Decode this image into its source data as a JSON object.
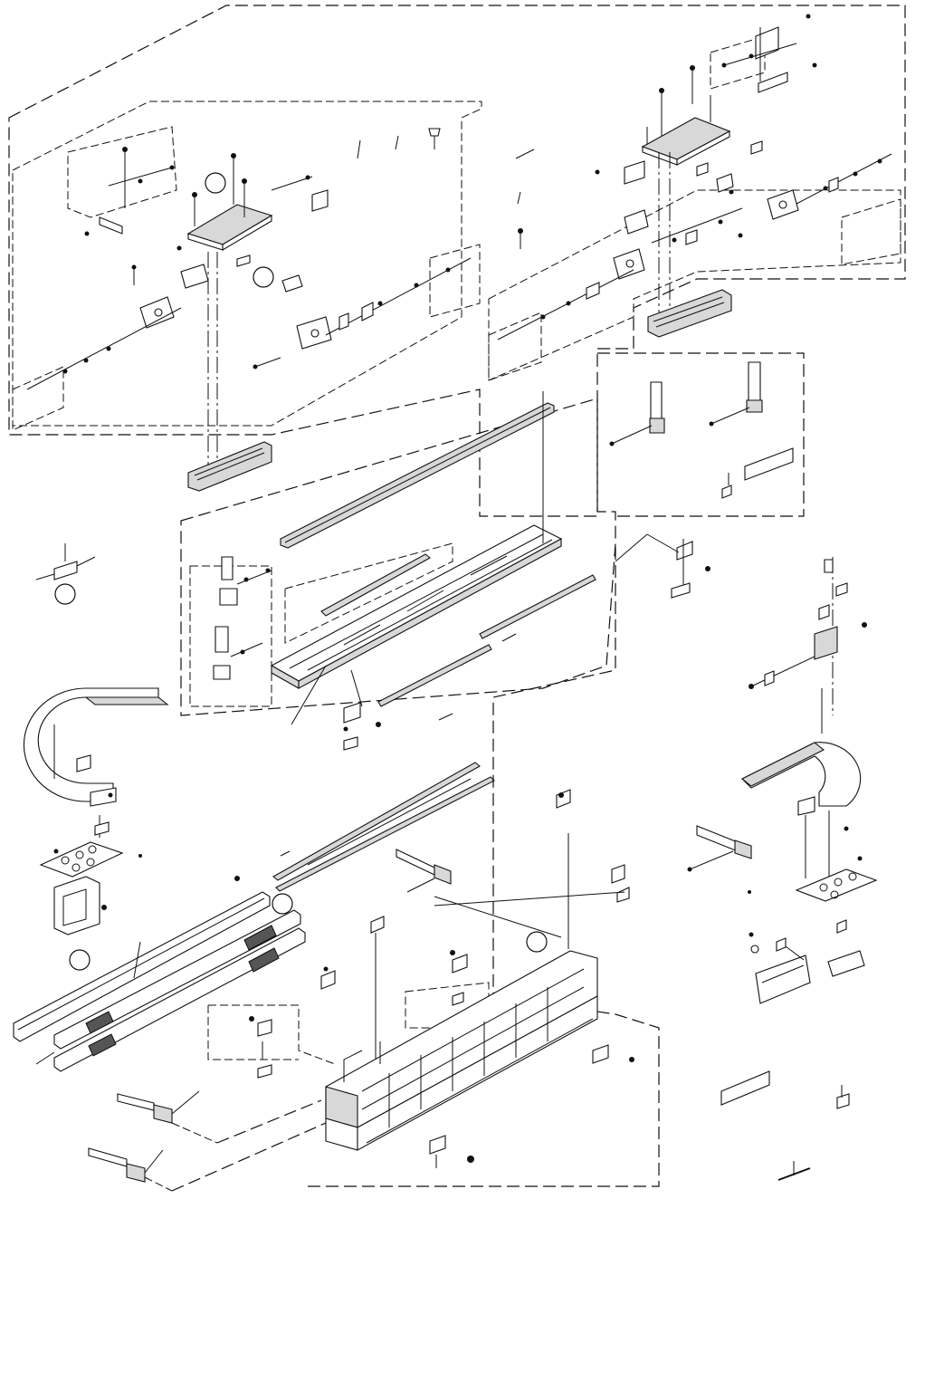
{
  "figure": {
    "kind": "exploded-assembly-drawing",
    "subassemblies": [
      "upper-left-carriage",
      "upper-right-carriage",
      "middle-rail-beam",
      "left-cable-chain",
      "right-cable-chain",
      "lower-base-frame",
      "guide-rails"
    ],
    "reference_circles": 6,
    "line_color": "#111111",
    "background": "#ffffff"
  }
}
